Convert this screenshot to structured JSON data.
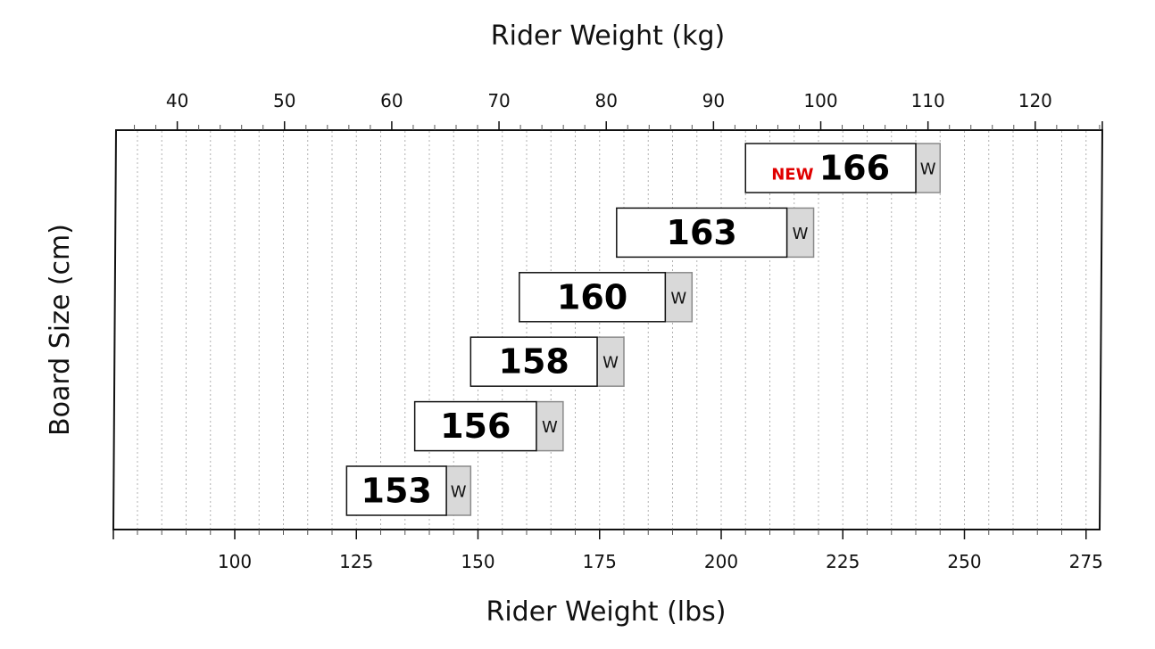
{
  "chart_data": {
    "type": "bar",
    "title": "",
    "xlabel": "Rider Weight (lbs)",
    "x2label": "Rider Weight (kg)",
    "ylabel": "Board Size (cm)",
    "xlim_lbs": [
      75,
      277
    ],
    "xlim_kg": [
      34.0,
      125.6
    ],
    "grid": "vertical dotted, every 5 lbs",
    "lbs_ticks": [
      100,
      125,
      150,
      175,
      200,
      225,
      250,
      275
    ],
    "kg_ticks": [
      40,
      50,
      60,
      70,
      80,
      90,
      100,
      110,
      120
    ],
    "categories": [
      "153",
      "156",
      "158",
      "160",
      "163",
      "166"
    ],
    "series": [
      {
        "ranges_lbs": [
          {
            "size": "153",
            "start": 123,
            "end": 143.5,
            "wide_end": 148.5,
            "wide_label": "W",
            "badge": ""
          },
          {
            "size": "156",
            "start": 137,
            "end": 162,
            "wide_end": 167.5,
            "wide_label": "W",
            "badge": ""
          },
          {
            "size": "158",
            "start": 148.5,
            "end": 174.5,
            "wide_end": 180,
            "wide_label": "W",
            "badge": ""
          },
          {
            "size": "160",
            "start": 158.5,
            "end": 188.5,
            "wide_end": 194,
            "wide_label": "W",
            "badge": ""
          },
          {
            "size": "163",
            "start": 178.5,
            "end": 213.5,
            "wide_end": 219,
            "wide_label": "W",
            "badge": ""
          },
          {
            "size": "166",
            "start": 205,
            "end": 240,
            "wide_end": 245,
            "wide_label": "W",
            "badge": "NEW"
          }
        ]
      }
    ]
  },
  "colors": {
    "frame": "#111111",
    "grid": "#b0b0b0",
    "bar_fill": "#ffffff",
    "wide_fill": "#d9d9d9",
    "wide_stroke": "#8a8a8a",
    "badge": "#e00000"
  }
}
